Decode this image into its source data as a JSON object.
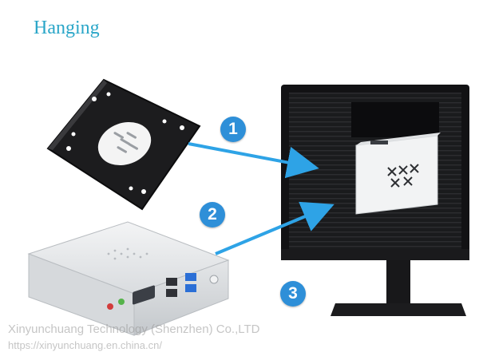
{
  "title": "Hanging",
  "steps": [
    "1",
    "2",
    "3"
  ],
  "watermark": {
    "line1": "Xinyunchuang Technology (Shenzhen) Co.,LTD",
    "line2": "https://xinyunchuang.en.china.cn/"
  },
  "colors": {
    "title": "#2aa6c8",
    "badge": "#2e8fd8",
    "arrow": "#2ea3e6",
    "plate": "#1c1c1e",
    "monitor": "#161618",
    "pc_case": "#e6e8ea"
  },
  "icons": [
    "vesa-mount-plate",
    "mini-pc",
    "monitor"
  ]
}
